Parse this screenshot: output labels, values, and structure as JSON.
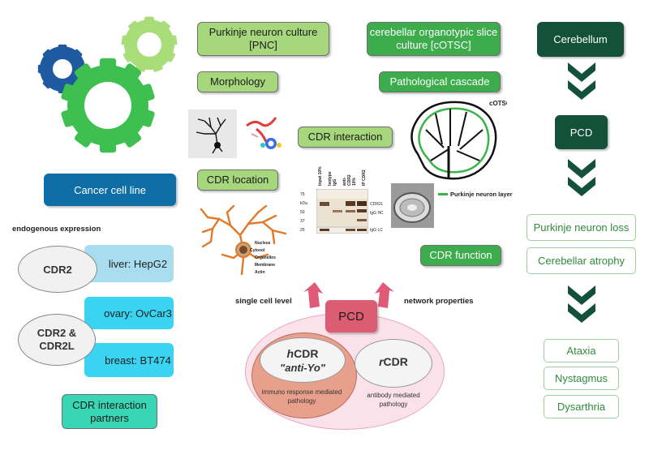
{
  "culture": {
    "pnc": "Purkinje neuron culture [PNC]",
    "cotsc": "cerebellar organotypic slice culture [cOTSC]"
  },
  "labels": {
    "morphology": "Morphology",
    "pathological_cascade": "Pathological cascade",
    "cdr_interaction": "CDR interaction",
    "cdr_location": "CDR location",
    "cdr_function": "CDR function",
    "cancer_cell_line": "Cancer cell line",
    "endogenous_expression": "endogenous expression",
    "cdr_interaction_partners": "CDR interaction partners"
  },
  "expression": {
    "cdr2": "CDR2",
    "cdr2_cdr2l": "CDR2 & CDR2L",
    "liver": "liver: HepG2",
    "ovary": "ovary: OvCar3",
    "breast": "breast: BT474"
  },
  "pcd_center": {
    "pcd": "PCD",
    "single_cell_level": "single cell level",
    "network_properties": "network properties",
    "hcdr_prefix": "h",
    "hcdr_suffix": "CDR",
    "anti_yo": "\"anti-Yo\"",
    "hcdr_desc": "immuno response mediated pathology",
    "rcdr_prefix": "r",
    "rcdr_suffix": "CDR",
    "rcdr_desc": "antibody mediated pathology"
  },
  "cascade": {
    "cerebellum": "Cerebellum",
    "pcd": "PCD",
    "purkinje_loss": "Purkinje neuron loss",
    "atrophy": "Cerebellar atrophy",
    "ataxia": "Ataxia",
    "nystagmus": "Nystagmus",
    "dysarthria": "Dysarthria"
  },
  "figure_labels": {
    "cotsc_tag": "cOTSC",
    "purkinje_layer": "Purkinje neuron layer",
    "blot_markers": [
      "75",
      "50",
      "37",
      "25"
    ],
    "blot_kda": "kDa",
    "blot_lanes": [
      "Input 10%",
      "Isotype IgG",
      "anti-CDR2 10%",
      "IP CDR2"
    ],
    "blot_bands": [
      "CDR2L",
      "IgG HC",
      "IgG LC"
    ],
    "cell_labels": [
      "Nucleus",
      "Cytosol",
      "Organelles",
      "Membrane",
      "Actin"
    ]
  },
  "colors": {
    "green_light": "#a6d77c",
    "green_mid": "#3cac4c",
    "dark_green": "#13513a",
    "cancer_blue": "#0f6ea5",
    "light_blue": "#a8dcef",
    "cyan": "#3ad3f2",
    "teal": "#38d6b4",
    "pcd_red": "#dc5d72",
    "pink": "#fbe1ea",
    "hcdr": "#e8a08c",
    "gear_blue": "#1f5aa0",
    "gear_green": "#3ec051",
    "gear_light": "#a9dd7a"
  }
}
